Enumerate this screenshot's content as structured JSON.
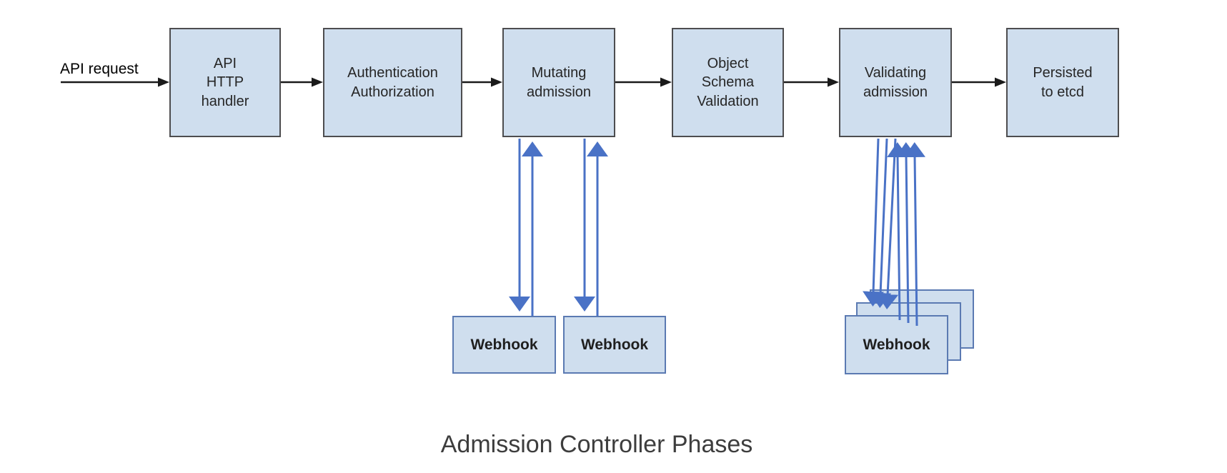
{
  "diagram": {
    "input_label": "API request",
    "phases": [
      {
        "label": "API\nHTTP\nhandler"
      },
      {
        "label": "Authentication\nAuthorization"
      },
      {
        "label": "Mutating\nadmission"
      },
      {
        "label": "Object\nSchema\nValidation"
      },
      {
        "label": "Validating\nadmission"
      },
      {
        "label": "Persisted\nto etcd"
      }
    ],
    "mutating_webhooks": [
      {
        "label": "Webhook"
      },
      {
        "label": "Webhook"
      }
    ],
    "validating_webhooks": {
      "label": "Webhook",
      "stack_count": 3
    },
    "caption": "Admission Controller Phases",
    "colors": {
      "box_fill": "#cfdeee",
      "box_border": "#4d4d4f",
      "webhook_border": "#5b7ab2",
      "flow_arrow": "#1a1a1a",
      "webhook_arrow": "#4a72c6",
      "label_text": "#262626",
      "caption_text": "#3d3d3d"
    }
  }
}
